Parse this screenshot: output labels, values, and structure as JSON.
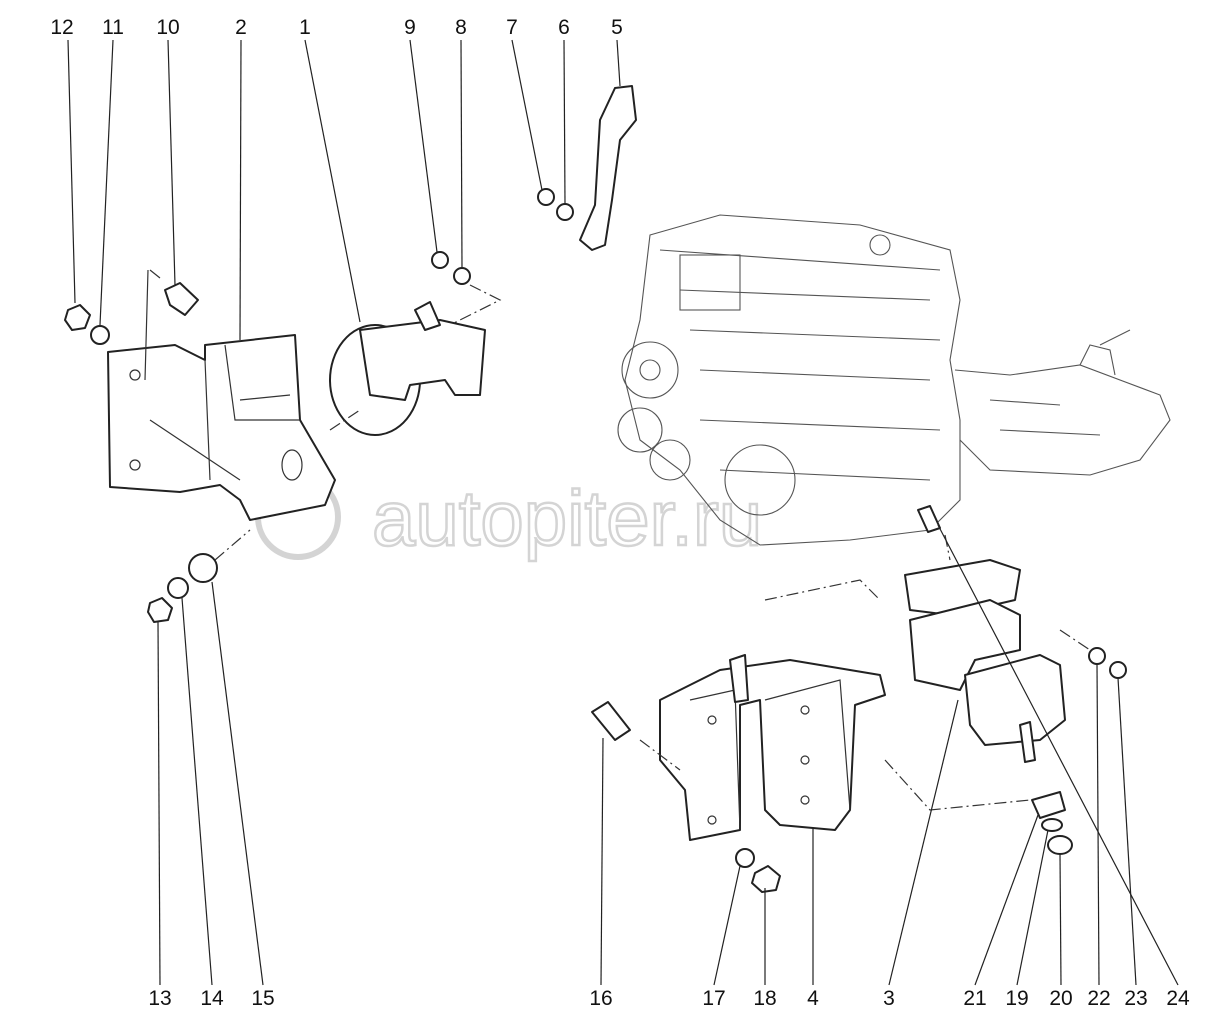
{
  "diagram": {
    "watermark": "autopiter.ru",
    "callouts": [
      {
        "label": "12"
      },
      {
        "label": "11"
      },
      {
        "label": "10"
      },
      {
        "label": "2"
      },
      {
        "label": "1"
      },
      {
        "label": "9"
      },
      {
        "label": "8"
      },
      {
        "label": "7"
      },
      {
        "label": "6"
      },
      {
        "label": "5"
      },
      {
        "label": "13"
      },
      {
        "label": "14"
      },
      {
        "label": "15"
      },
      {
        "label": "16"
      },
      {
        "label": "17"
      },
      {
        "label": "18"
      },
      {
        "label": "4"
      },
      {
        "label": "3"
      },
      {
        "label": "21"
      },
      {
        "label": "19"
      },
      {
        "label": "20"
      },
      {
        "label": "22"
      },
      {
        "label": "23"
      },
      {
        "label": "24"
      }
    ]
  }
}
